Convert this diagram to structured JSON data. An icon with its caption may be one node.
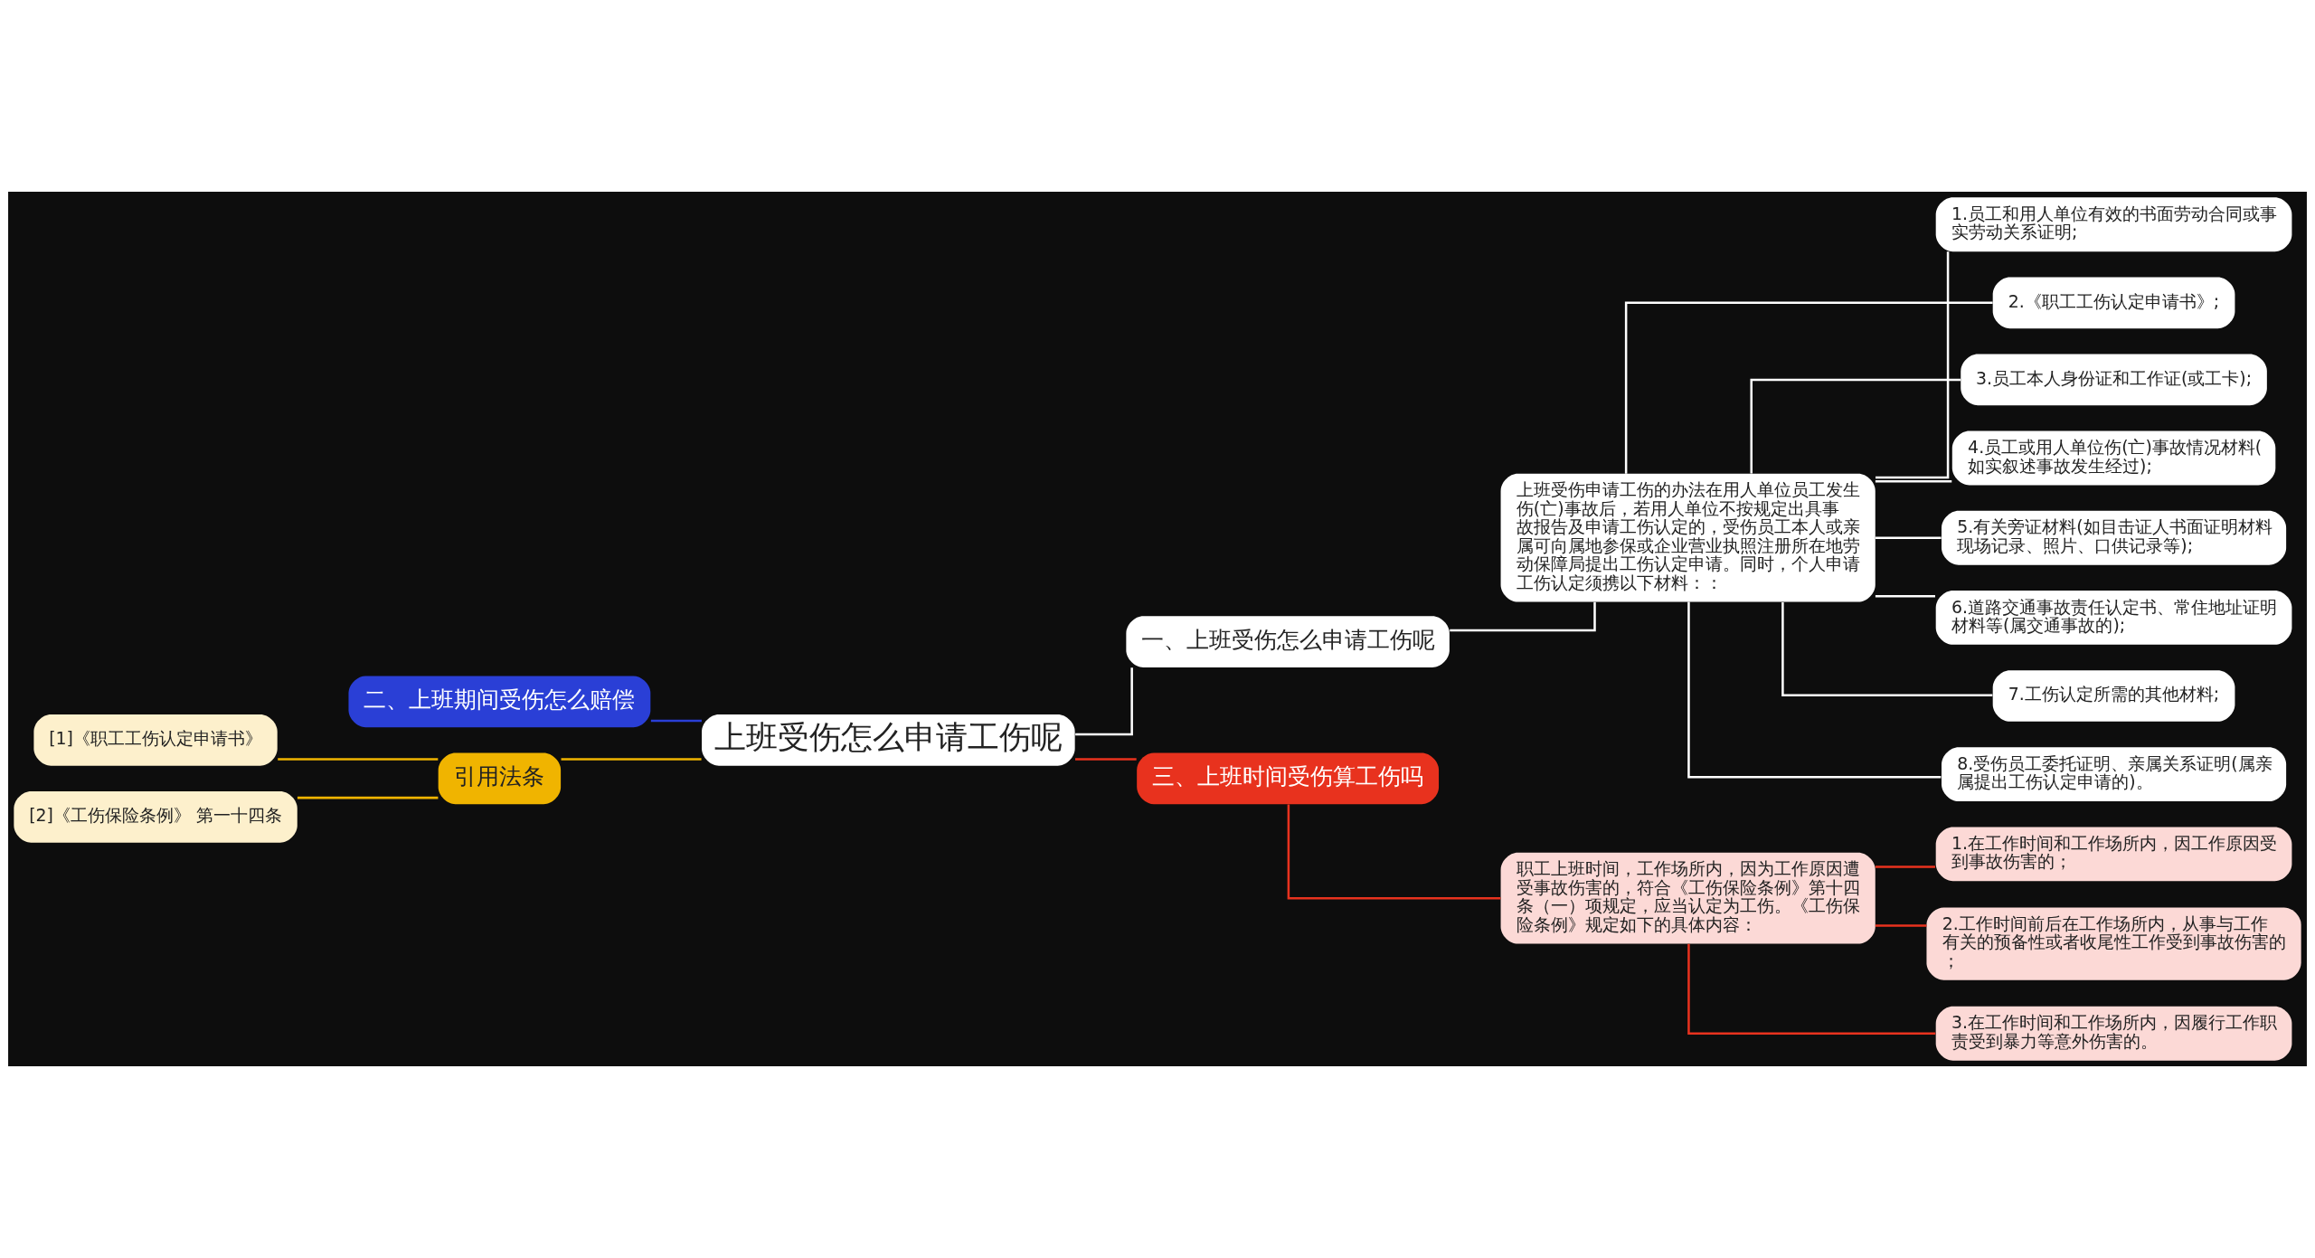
{
  "diagram": {
    "nodes": [
      {
        "text": [
          "上班受伤怎么申请工伤呢"
        ]
      },
      {
        "text": [
          "一、上班受伤怎么申请工伤呢"
        ]
      },
      {
        "text": [
          "上班受伤申请工伤的办法在用人单位员工发生伤(亡)事故后，若用人单位不按规定出具事故报告及申请工伤认定的，受伤员工本人或亲属可向属地参保或企业营业执照注册所在地劳动保障局提出工伤认定申请。同时，个人申请工伤认定须携以下材料：："
        ]
      },
      {
        "text": [
          "1.员工和用人单位有效的书面劳动合同或事实劳动关系证明;"
        ]
      },
      {
        "text": [
          "2.《职工工伤认定申请书》;"
        ]
      },
      {
        "text": [
          "3.员工本人身份证和工作证(或工卡);"
        ]
      },
      {
        "text": [
          "4.员工或用人单位伤(亡)事故情况材料(如实叙述事故发生经过);"
        ]
      },
      {
        "text": [
          "5.有关旁证材料(如目击证人书面证明材料现场记录、照片、口供记录等);"
        ]
      },
      {
        "text": [
          "6.道路交通事故责任认定书、常住地址证明材料等(属交通事故的);"
        ]
      },
      {
        "text": [
          "7.工伤认定所需的其他材料;"
        ]
      },
      {
        "text": [
          "8.受伤员工委托证明、亲属关系证明(属亲属提出工伤认定申请的)。"
        ]
      },
      {
        "text": [
          "三、上班时间受伤算工伤吗"
        ]
      },
      {
        "text": [
          "职工上班时间，工作场所内，因为工作原因遭受事故伤害的，符合《工伤保险条例》第十四条（一）项规定，应当认定为工伤。《工伤保险条例》规定如下的具体内容："
        ]
      },
      {
        "text": [
          "1.在工作时间和工作场所内，因工作原因受到事故伤害的；"
        ]
      },
      {
        "text": [
          "2.工作时间前后在工作场所内，从事与工作有关的预备性或者收尾性工作受到事故伤害的；"
        ]
      },
      {
        "text": [
          "3.在工作时间和工作场所内，因履行工作职责受到暴力等意外伤害的。"
        ]
      },
      {
        "text": [
          "二、上班期间受伤怎么赔偿"
        ]
      },
      {
        "text": [
          "引用法条"
        ]
      },
      {
        "text": [
          "[1]《职工工伤认定申请书》"
        ]
      },
      {
        "text": [
          "[2]《工伤保险条例》 第一十四条"
        ]
      }
    ],
    "edges": [
      {
        "from": 0,
        "to": 1,
        "arrow": "none"
      },
      {
        "from": 1,
        "to": 2,
        "arrow": "none"
      },
      {
        "from": 2,
        "to": 3,
        "arrow": "none"
      },
      {
        "from": 2,
        "to": 4,
        "arrow": "none"
      },
      {
        "from": 2,
        "to": 5,
        "arrow": "none"
      },
      {
        "from": 2,
        "to": 6,
        "arrow": "none"
      },
      {
        "from": 2,
        "to": 7,
        "arrow": "none"
      },
      {
        "from": 2,
        "to": 8,
        "arrow": "none"
      },
      {
        "from": 2,
        "to": 9,
        "arrow": "none"
      },
      {
        "from": 2,
        "to": 10,
        "arrow": "none"
      },
      {
        "from": 0,
        "to": 11,
        "arrow": "none",
        "color": "#e8321e"
      },
      {
        "from": 11,
        "to": 12,
        "arrow": "none",
        "color": "#e8321e"
      },
      {
        "from": 12,
        "to": 13,
        "arrow": "none",
        "color": "#e8321e"
      },
      {
        "from": 12,
        "to": 14,
        "arrow": "none",
        "color": "#e8321e"
      },
      {
        "from": 12,
        "to": 15,
        "arrow": "none",
        "color": "#e8321e"
      },
      {
        "from": 16,
        "to": 0,
        "arrow": "none",
        "color": "#2a3fd6"
      },
      {
        "from": 17,
        "to": 0,
        "arrow": "none",
        "color": "#f0b400"
      },
      {
        "from": 18,
        "to": 17,
        "arrow": "none",
        "color": "#f0b400"
      },
      {
        "from": 19,
        "to": 17,
        "arrow": "none",
        "color": "#f0b400"
      }
    ]
  }
}
